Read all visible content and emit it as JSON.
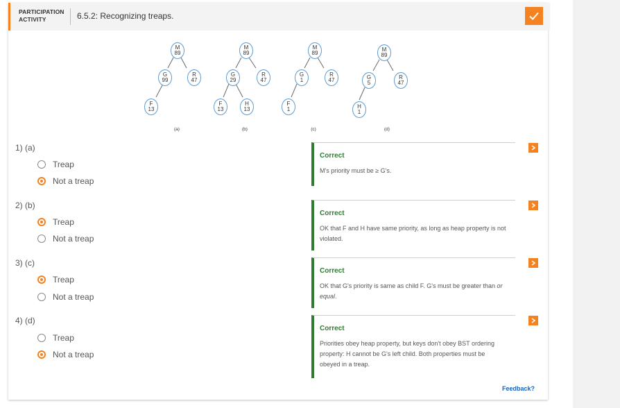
{
  "header": {
    "label": "PARTICIPATION ACTIVITY",
    "title": "6.5.2: Recognizing treaps."
  },
  "trees": [
    {
      "caption": "(a)",
      "nodes": [
        {
          "key": "M",
          "priority": "89"
        },
        {
          "key": "G",
          "priority": "99"
        },
        {
          "key": "R",
          "priority": "47"
        },
        {
          "key": "F",
          "priority": "13"
        }
      ]
    },
    {
      "caption": "(b)",
      "nodes": [
        {
          "key": "M",
          "priority": "89"
        },
        {
          "key": "G",
          "priority": "29"
        },
        {
          "key": "R",
          "priority": "47"
        },
        {
          "key": "F",
          "priority": "13"
        },
        {
          "key": "H",
          "priority": "13"
        }
      ]
    },
    {
      "caption": "(c)",
      "nodes": [
        {
          "key": "M",
          "priority": "89"
        },
        {
          "key": "G",
          "priority": "1"
        },
        {
          "key": "R",
          "priority": "47"
        },
        {
          "key": "F",
          "priority": "1"
        }
      ]
    },
    {
      "caption": "(d)",
      "nodes": [
        {
          "key": "M",
          "priority": "89"
        },
        {
          "key": "G",
          "priority": "5"
        },
        {
          "key": "R",
          "priority": "47"
        },
        {
          "key": "H",
          "priority": "1"
        }
      ]
    }
  ],
  "questions": [
    {
      "number": "1)",
      "label": "(a)",
      "options": [
        "Treap",
        "Not a treap"
      ],
      "selected": 1,
      "feedback_title": "Correct",
      "feedback_text": "M's priority must be ≥ G's."
    },
    {
      "number": "2)",
      "label": "(b)",
      "options": [
        "Treap",
        "Not a treap"
      ],
      "selected": 0,
      "feedback_title": "Correct",
      "feedback_text": "OK that F and H have same priority, as long as heap property is not violated."
    },
    {
      "number": "3)",
      "label": "(c)",
      "options": [
        "Treap",
        "Not a treap"
      ],
      "selected": 0,
      "feedback_title": "Correct",
      "feedback_text_before": "OK that G's priority is same as child F. G's must be greater than ",
      "feedback_text_emph": "or equal",
      "feedback_text_after": "."
    },
    {
      "number": "4)",
      "label": "(d)",
      "options": [
        "Treap",
        "Not a treap"
      ],
      "selected": 1,
      "feedback_title": "Correct",
      "feedback_text": "Priorities obey heap property, but keys don't obey BST ordering property: H cannot be G's left child. Both properties must be obeyed in a treap."
    }
  ],
  "feedback_link": "Feedback?",
  "colors": {
    "accent": "#f58220",
    "correct": "#2e7d32",
    "node_border": "#5b9bd5",
    "link": "#1565c0"
  },
  "icons": {
    "header_status": "checkmark-icon",
    "question_status": "chevron-right-icon"
  }
}
